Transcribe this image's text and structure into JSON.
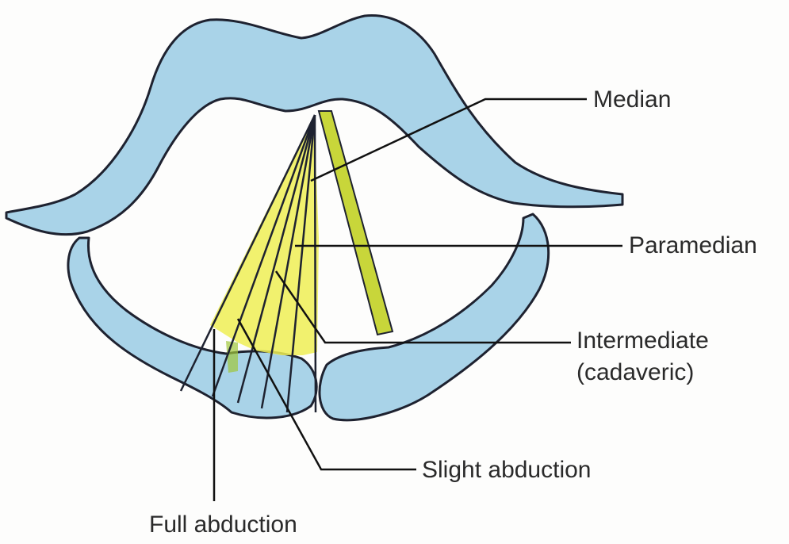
{
  "labels": {
    "median": "Median",
    "paramedian": "Paramedian",
    "intermediate_line1": "Intermediate",
    "intermediate_line2": "(cadaveric)",
    "slight_abduction": "Slight abduction",
    "full_abduction": "Full abduction"
  },
  "colors": {
    "cartilage_fill": "#a9d3e8",
    "outline": "#1e2230",
    "cord_yellow": "#eaea3a",
    "cord_green": "#a9c73a",
    "leader": "#111111"
  }
}
